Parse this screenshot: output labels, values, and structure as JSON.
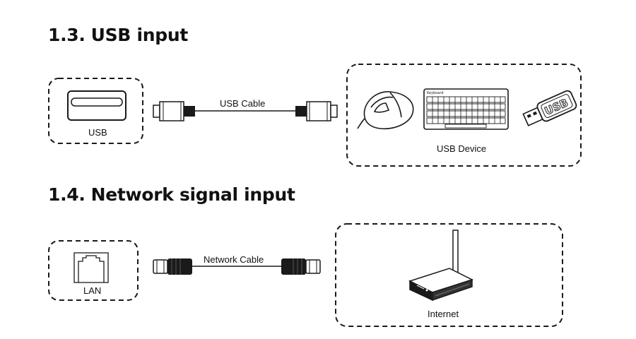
{
  "sections": [
    {
      "number": "1.3.",
      "title": "USB input",
      "port_label": "USB",
      "cable_label": "USB Cable",
      "device_label": "USB Device",
      "keyboard_text": "Keyboard",
      "stick_text": "USB"
    },
    {
      "number": "1.4.",
      "title": "Network signal input",
      "port_label": "LAN",
      "cable_label": "Network Cable",
      "device_label": "Internet"
    }
  ],
  "colors": {
    "line": "#1a1a1a",
    "text": "#111111",
    "background": "#ffffff"
  }
}
